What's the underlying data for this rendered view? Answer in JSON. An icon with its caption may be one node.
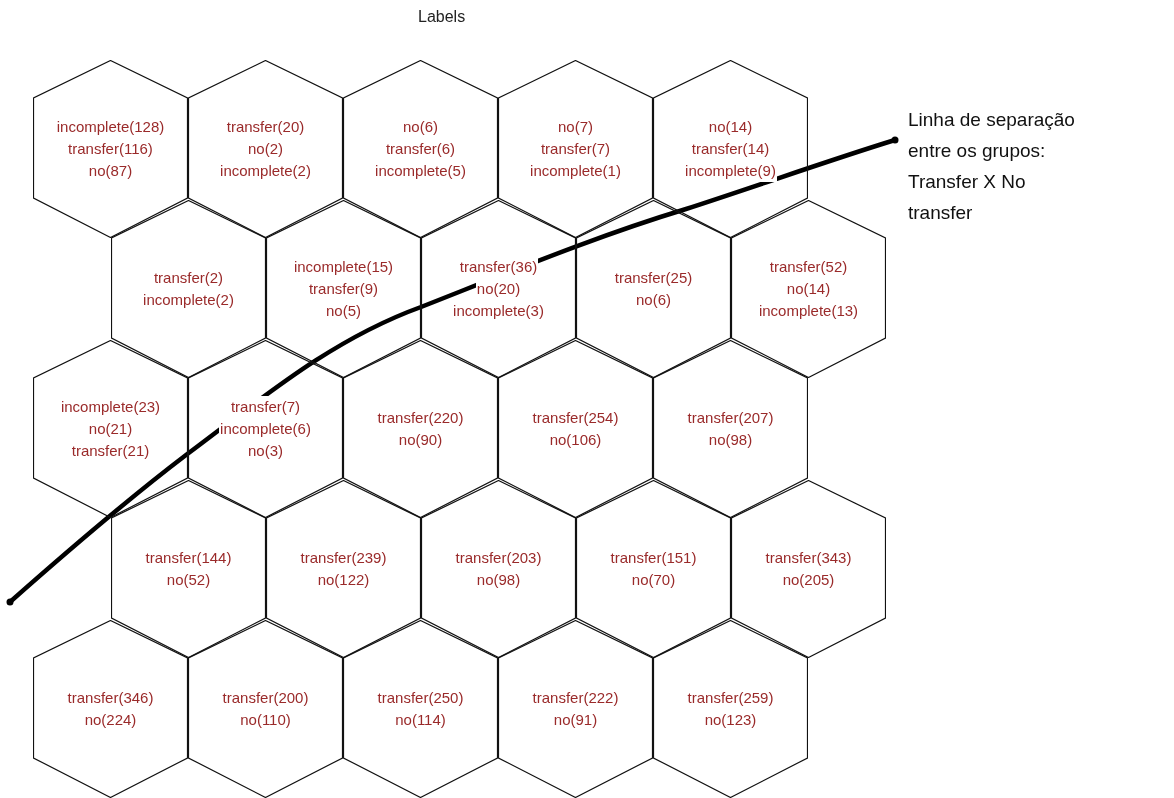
{
  "diagram": {
    "title": "Labels",
    "nodes": [
      {
        "text": [
          "incomplete(128)",
          "transfer(116)",
          "no(87)"
        ]
      },
      {
        "text": [
          "transfer(20)",
          "no(2)",
          "incomplete(2)"
        ]
      },
      {
        "text": [
          "no(6)",
          "transfer(6)",
          "incomplete(5)"
        ]
      },
      {
        "text": [
          "no(7)",
          "transfer(7)",
          "incomplete(1)"
        ]
      },
      {
        "text": [
          "no(14)",
          "transfer(14)",
          "incomplete(9)"
        ]
      },
      {
        "text": [
          "transfer(2)",
          "incomplete(2)"
        ]
      },
      {
        "text": [
          "incomplete(15)",
          "transfer(9)",
          "no(5)"
        ]
      },
      {
        "text": [
          "transfer(36)",
          "no(20)",
          "incomplete(3)"
        ]
      },
      {
        "text": [
          "transfer(25)",
          "no(6)"
        ]
      },
      {
        "text": [
          "transfer(52)",
          "no(14)",
          "incomplete(13)"
        ]
      },
      {
        "text": [
          "incomplete(23)",
          "no(21)",
          "transfer(21)"
        ]
      },
      {
        "text": [
          "transfer(7)",
          "incomplete(6)",
          "no(3)"
        ]
      },
      {
        "text": [
          "transfer(220)",
          "no(90)"
        ]
      },
      {
        "text": [
          "transfer(254)",
          "no(106)"
        ]
      },
      {
        "text": [
          "transfer(207)",
          "no(98)"
        ]
      },
      {
        "text": [
          "transfer(144)",
          "no(52)"
        ]
      },
      {
        "text": [
          "transfer(239)",
          "no(122)"
        ]
      },
      {
        "text": [
          "transfer(203)",
          "no(98)"
        ]
      },
      {
        "text": [
          "transfer(151)",
          "no(70)"
        ]
      },
      {
        "text": [
          "transfer(343)",
          "no(205)"
        ]
      },
      {
        "text": [
          "transfer(346)",
          "no(224)"
        ]
      },
      {
        "text": [
          "transfer(200)",
          "no(110)"
        ]
      },
      {
        "text": [
          "transfer(250)",
          "no(114)"
        ]
      },
      {
        "text": [
          "transfer(222)",
          "no(91)"
        ]
      },
      {
        "text": [
          "transfer(259)",
          "no(123)"
        ]
      }
    ],
    "edges": [],
    "labels": [
      "Linha de separação entre os grupos: Transfer X No transfer"
    ]
  }
}
